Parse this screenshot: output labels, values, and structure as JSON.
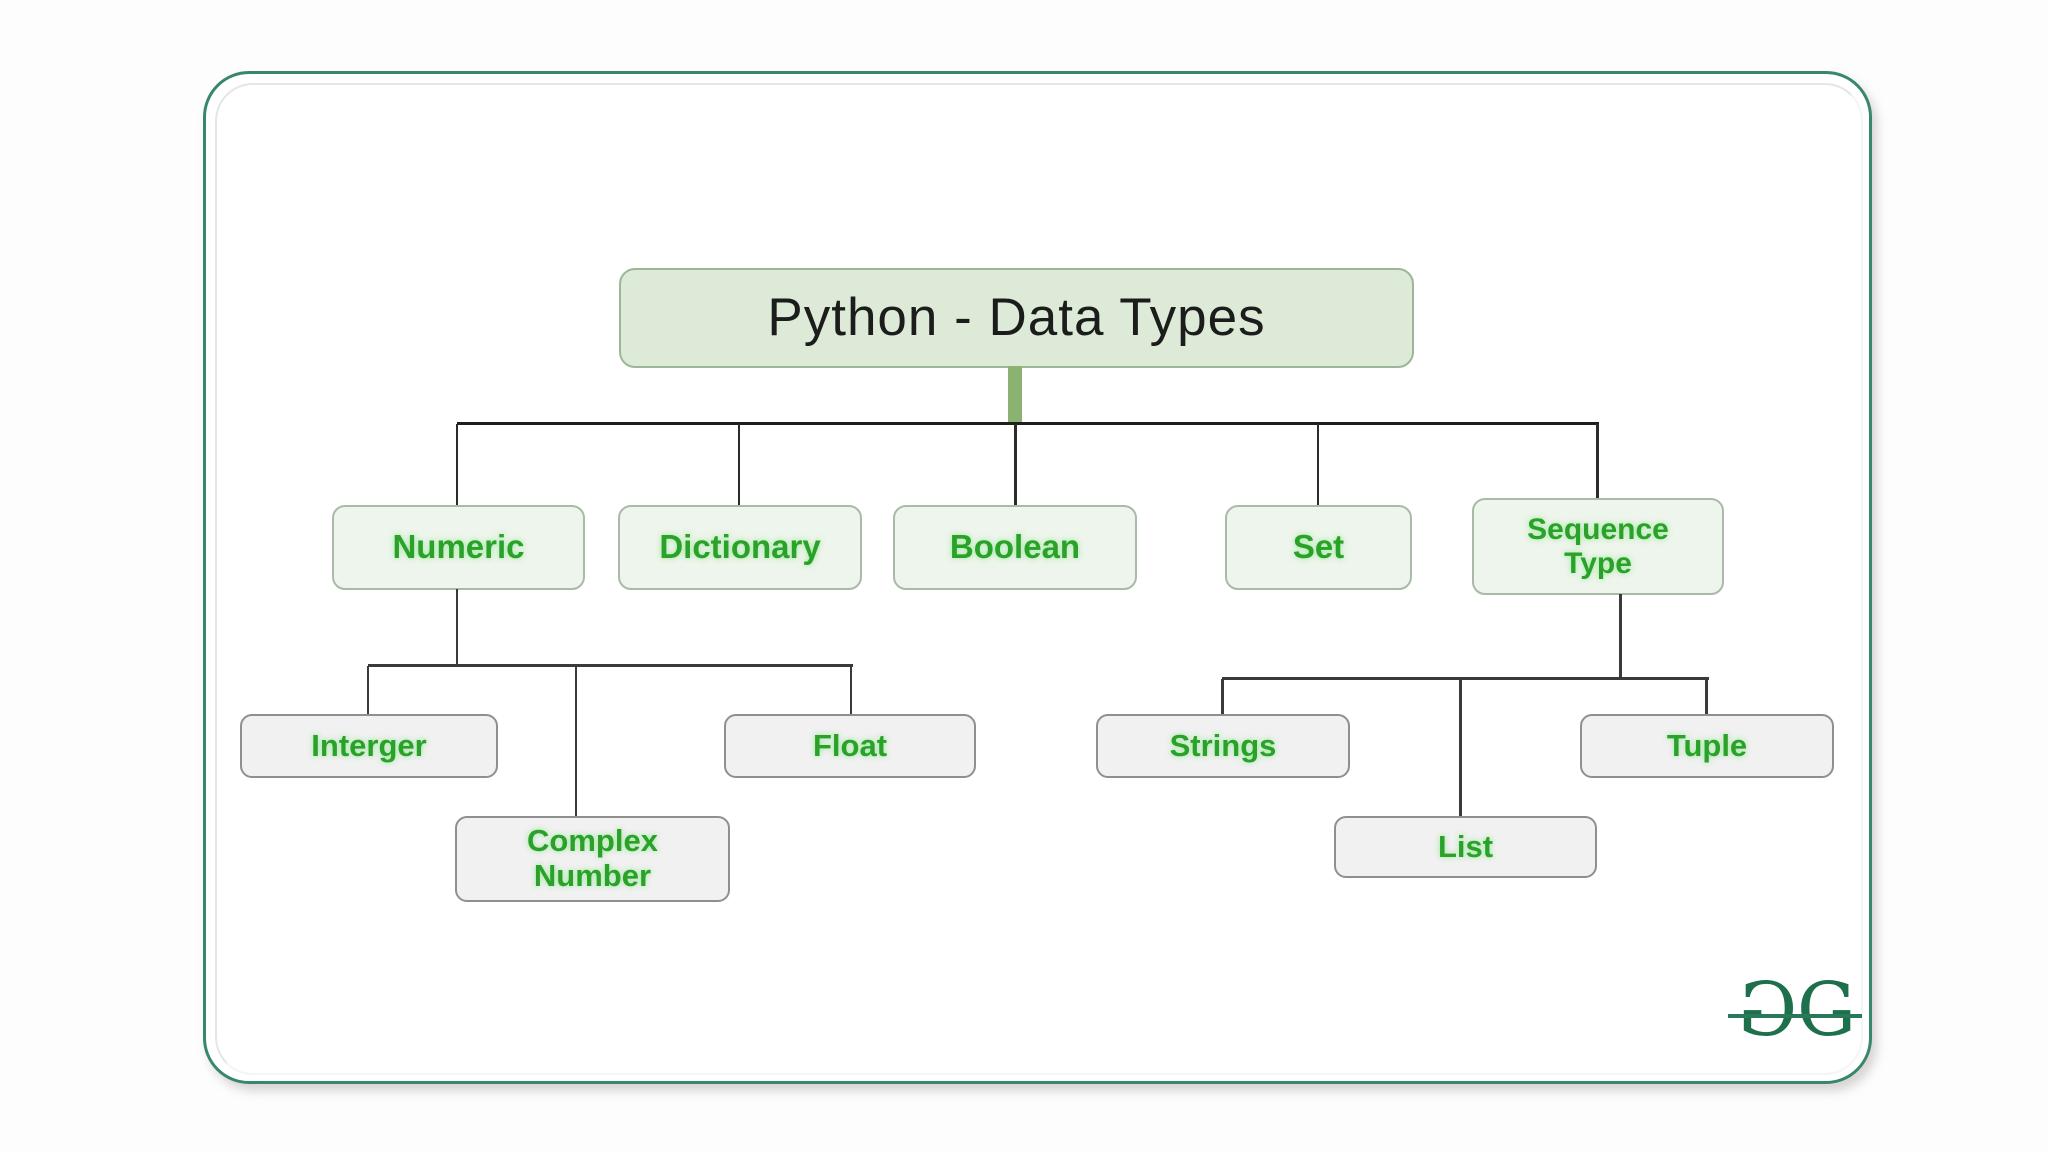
{
  "diagram": {
    "title": "Python - Data Types",
    "nodes": {
      "numeric": "Numeric",
      "dictionary": "Dictionary",
      "boolean": "Boolean",
      "set": "Set",
      "sequence_type": "Sequence Type",
      "interger": "Interger",
      "complex_number": "Complex Number",
      "float": "Float",
      "strings": "Strings",
      "list": "List",
      "tuple": "Tuple"
    },
    "edges": [
      {
        "from": "Python - Data Types",
        "to": "Numeric"
      },
      {
        "from": "Python - Data Types",
        "to": "Dictionary"
      },
      {
        "from": "Python - Data Types",
        "to": "Boolean"
      },
      {
        "from": "Python - Data Types",
        "to": "Set"
      },
      {
        "from": "Python - Data Types",
        "to": "Sequence Type"
      },
      {
        "from": "Numeric",
        "to": "Interger"
      },
      {
        "from": "Numeric",
        "to": "Complex Number"
      },
      {
        "from": "Numeric",
        "to": "Float"
      },
      {
        "from": "Sequence Type",
        "to": "Strings"
      },
      {
        "from": "Sequence Type",
        "to": "List"
      },
      {
        "from": "Sequence Type",
        "to": "Tuple"
      }
    ],
    "logo": {
      "name": "geeksforgeeks-logo",
      "g_left": "G",
      "g_right": "G"
    },
    "colors": {
      "card_border_green": "#37876a",
      "title_bg": "#dcead7",
      "title_border": "#9db698",
      "title_text": "#1c1c1c",
      "level2_bg": "#eef5ec",
      "level2_border": "#a9bba7",
      "level3_bg": "#f1f1f1",
      "level3_border": "#8f8f8f",
      "node_text_green": "#2aa22a",
      "connector_dark": "#2b2b2b",
      "trunk_green": "#8bb271",
      "logo_green": "#1e6f4c"
    }
  }
}
